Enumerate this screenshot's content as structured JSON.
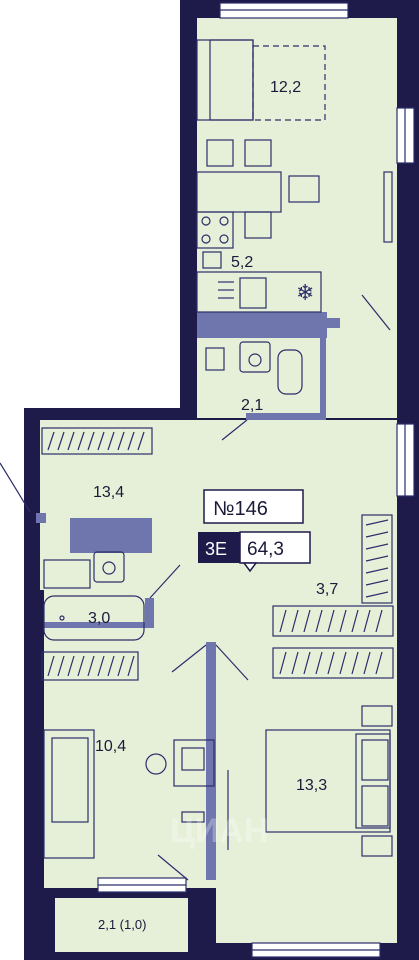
{
  "plan": {
    "apartment_number": "№146",
    "apartment_type": "3Е",
    "total_area": "64,3",
    "rooms": [
      {
        "id": "living",
        "area": "12,2"
      },
      {
        "id": "kitchen",
        "area": "5,2"
      },
      {
        "id": "wc",
        "area": "2,1"
      },
      {
        "id": "hall",
        "area": "13,4"
      },
      {
        "id": "bath",
        "area": "3,0"
      },
      {
        "id": "wardrobe",
        "area": "3,7"
      },
      {
        "id": "bedroom-left",
        "area": "10,4"
      },
      {
        "id": "bedroom-right",
        "area": "13,3"
      },
      {
        "id": "balcony",
        "area": "2,1 (1,0)"
      }
    ],
    "watermark": "ЦИАН",
    "colors": {
      "wall": "#1e1b4b",
      "floor": "#e6f0d9",
      "partition": "#6f76ad",
      "line": "#2c2d6a"
    }
  }
}
